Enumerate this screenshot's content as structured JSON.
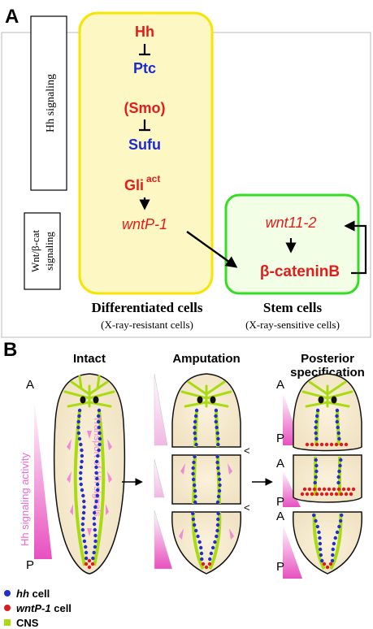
{
  "panel_a": {
    "label": "A",
    "side_labels": {
      "hh": "Hh signaling",
      "wnt_line1": "Wnt/β-cat",
      "wnt_line2": "signaling"
    },
    "pathway": {
      "hh": "Hh",
      "ptc": "Ptc",
      "smo": "(Smo)",
      "sufu": "Sufu",
      "gli": "Gli",
      "gli_sup": "act",
      "wntp1": "wntP-1"
    },
    "stem": {
      "wnt11": "wnt11-2",
      "betacat": "β-cateninB"
    },
    "captions": {
      "diff_title": "Differentiated cells",
      "diff_sub": "(X-ray-resistant cells)",
      "stem_title": "Stem cells",
      "stem_sub": "(X-ray-sensitive cells)"
    }
  },
  "panel_b": {
    "label": "B",
    "titles": {
      "intact": "Intact",
      "amputation": "Amputation",
      "posterior_1": "Posterior",
      "posterior_2": "specification"
    },
    "axis": {
      "a": "A",
      "p": "P",
      "activity": "Hh signaling activity"
    },
    "transport": "Transport of Hh signals",
    "legend": [
      {
        "key": "hh",
        "italic": "hh",
        "text": " cell",
        "color": "#2030c8"
      },
      {
        "key": "wntp1",
        "italic": "wntP-1",
        "text": " cell",
        "color": "#e01a1a"
      },
      {
        "key": "cns",
        "italic": "",
        "text": "CNS",
        "color": "#a8dc10"
      }
    ]
  },
  "colors": {
    "red": "#e41b1b",
    "blue": "#1a2bd6",
    "yellow_fill": "#fdf7c4",
    "yellow_border": "#f7e400",
    "green_border": "#33dd22",
    "green_fill": "#f2ffe6",
    "pink": "#e85cc4",
    "cns": "#a8dc10",
    "body": "#f5ead0"
  }
}
